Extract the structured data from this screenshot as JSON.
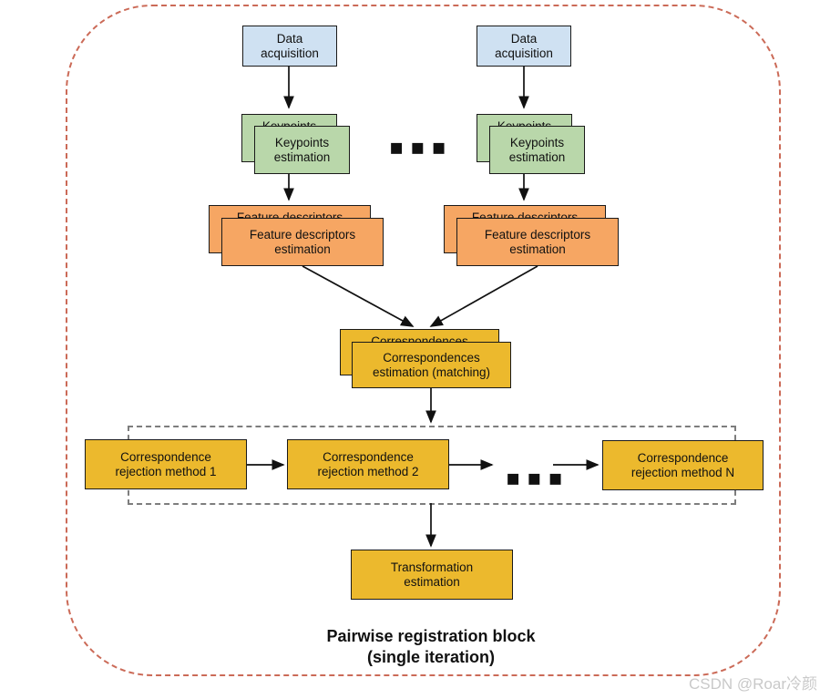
{
  "diagram": {
    "title": "Pairwise registration block\n(single iteration)",
    "ellipsis_top": "▪▪▪",
    "ellipsis_bottom": "▪▪▪",
    "nodes": {
      "data_acquisition_left": "Data\nacquisition",
      "data_acquisition_right": "Data\nacquisition",
      "keypoints_left": "Keypoints\nestimation",
      "keypoints_right": "Keypoints\nestimation",
      "feature_left": "Feature descriptors\nestimation",
      "feature_right": "Feature descriptors\nestimation",
      "correspondences": "Correspondences\nestimation (matching)",
      "rejection_1": "Correspondence\nrejection method 1",
      "rejection_2": "Correspondence\nrejection method 2",
      "rejection_n": "Correspondence\nrejection method N",
      "transformation": "Transformation\nestimation"
    },
    "colors": {
      "data_acquisition_fill": "#cfe1f2",
      "keypoints_fill": "#b9d7aa",
      "feature_fill": "#f6a663",
      "yellow_fill": "#ecb92d",
      "box_border": "#1a1a1a",
      "outer_dashed_border": "#cb6a57",
      "inner_dashed_border": "#7d7d7d",
      "arrow": "#111111"
    }
  },
  "watermark": "CSDN @Roar冷颜"
}
